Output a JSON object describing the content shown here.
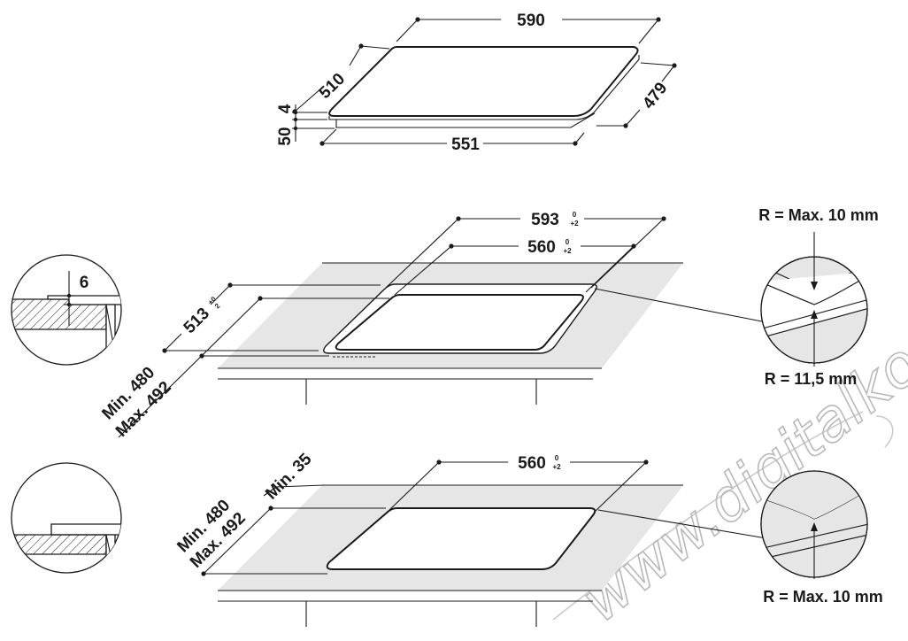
{
  "top_view": {
    "width_top": "590",
    "depth_left": "510",
    "depth_right": "479",
    "width_bottom": "551",
    "glass_thickness": "4",
    "body_height": "50"
  },
  "flush_install": {
    "cutout_outer_width": "593",
    "cutout_outer_width_tol_upper": "0",
    "cutout_outer_width_tol_lower": "+2",
    "cutout_inner_width": "560",
    "cutout_inner_width_tol_upper": "0",
    "cutout_inner_width_tol_lower": "+2",
    "cutout_depth": "513",
    "cutout_depth_tol_upper": "+0",
    "cutout_depth_tol_lower": "2",
    "depth_min": "Min. 480",
    "depth_max": "Max. 492",
    "detail_step": "6",
    "corner_outer_radius": "R = Max. 10 mm",
    "corner_inner_radius": "R = 11,5 mm"
  },
  "standard_install": {
    "cutout_width": "560",
    "cutout_width_tol_upper": "0",
    "cutout_width_tol_lower": "+2",
    "depth_min": "Min. 480",
    "depth_max": "Max. 492",
    "edge_min": "Min. 35",
    "corner_radius": "R = Max. 10 mm"
  },
  "watermark": "www.digitalko.hu"
}
